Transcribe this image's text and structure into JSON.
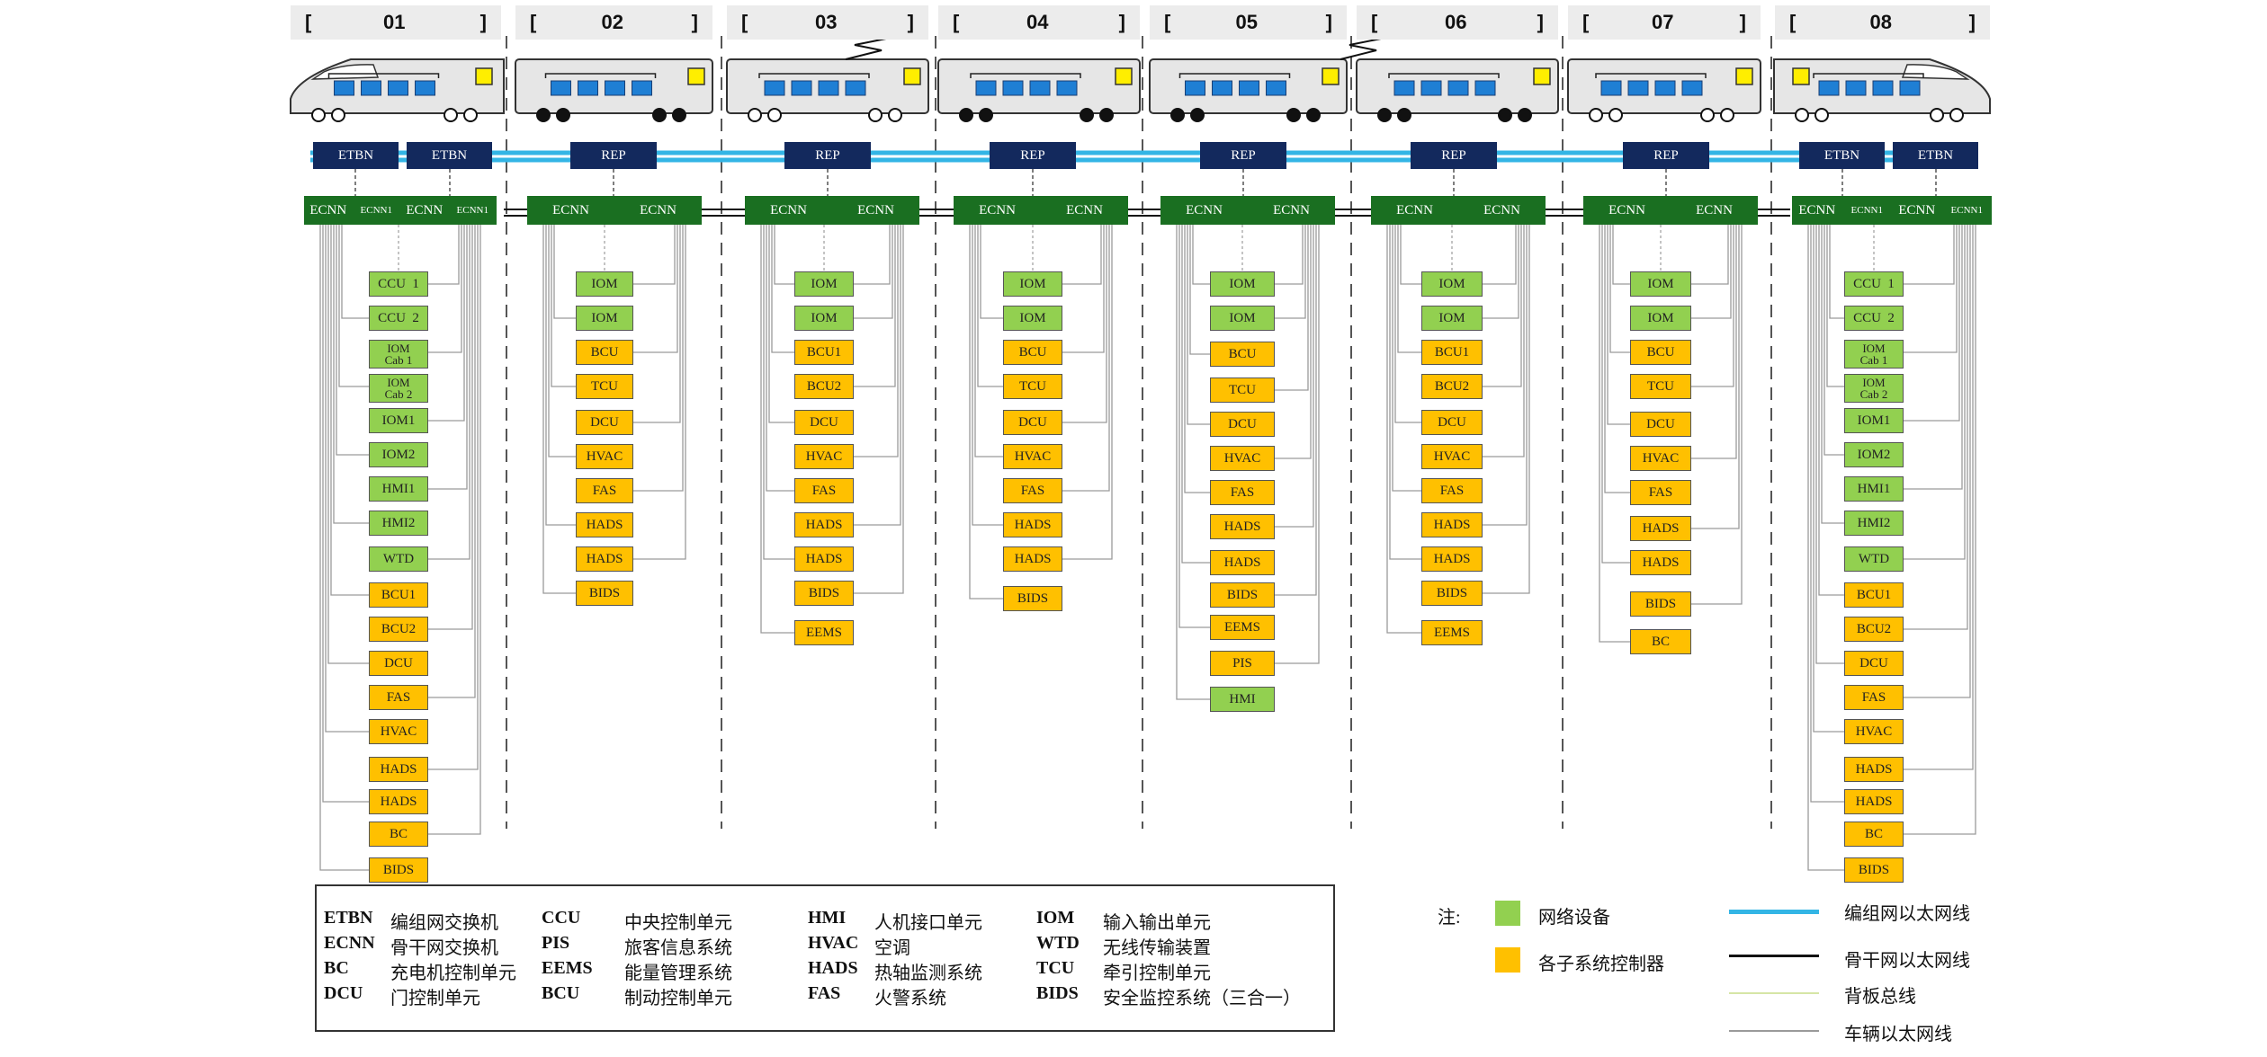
{
  "cars": [
    {
      "num": "01",
      "label_lr": [
        "[",
        "]"
      ]
    },
    {
      "num": "02",
      "label_lr": [
        "[",
        "]"
      ]
    },
    {
      "num": "03",
      "label_lr": [
        "[",
        "]"
      ]
    },
    {
      "num": "04",
      "label_lr": [
        "[",
        "]"
      ]
    },
    {
      "num": "05",
      "label_lr": [
        "[",
        "]"
      ]
    },
    {
      "num": "06",
      "label_lr": [
        "[",
        "]"
      ]
    },
    {
      "num": "07",
      "label_lr": [
        "[",
        "]"
      ]
    },
    {
      "num": "08",
      "label_lr": [
        "[",
        "]"
      ]
    }
  ],
  "train_nodes": {
    "etbn_car1": [
      "ETBN",
      "ETBN"
    ],
    "rep": [
      "REP",
      "REP",
      "REP",
      "REP",
      "REP",
      "REP"
    ],
    "etbn_car8": [
      "ETBN",
      "ETBN"
    ]
  },
  "ecnn_labels": {
    "car1": [
      "ECNN",
      "ECNN1",
      "ECNN",
      "ECNN1"
    ],
    "middle": [
      "ECNN",
      "ECNN"
    ],
    "car8": [
      "ECNN",
      "ECNN1",
      "ECNN",
      "ECNN1"
    ]
  },
  "devices": {
    "car01": [
      {
        "t": "CCU  1",
        "c": "g"
      },
      {
        "t": "CCU  2",
        "c": "g"
      },
      {
        "t": "IOM\nCab 1",
        "c": "g"
      },
      {
        "t": "IOM\nCab 2",
        "c": "g"
      },
      {
        "t": "IOM1",
        "c": "g"
      },
      {
        "t": "IOM2",
        "c": "g"
      },
      {
        "t": "HMI1",
        "c": "g"
      },
      {
        "t": "HMI2",
        "c": "g"
      },
      {
        "t": "WTD",
        "c": "g"
      },
      {
        "t": "BCU1",
        "c": "o"
      },
      {
        "t": "BCU2",
        "c": "o"
      },
      {
        "t": "DCU",
        "c": "o"
      },
      {
        "t": "FAS",
        "c": "o"
      },
      {
        "t": "HVAC",
        "c": "o"
      },
      {
        "t": "HADS",
        "c": "o"
      },
      {
        "t": "HADS",
        "c": "o"
      },
      {
        "t": "BC",
        "c": "o"
      },
      {
        "t": "BIDS",
        "c": "o"
      }
    ],
    "car02": [
      {
        "t": "IOM",
        "c": "g"
      },
      {
        "t": "IOM",
        "c": "g"
      },
      {
        "t": "BCU",
        "c": "o"
      },
      {
        "t": "TCU",
        "c": "o"
      },
      {
        "t": "DCU",
        "c": "o"
      },
      {
        "t": "HVAC",
        "c": "o"
      },
      {
        "t": "FAS",
        "c": "o"
      },
      {
        "t": "HADS",
        "c": "o"
      },
      {
        "t": "HADS",
        "c": "o"
      },
      {
        "t": "BIDS",
        "c": "o"
      }
    ],
    "car03": [
      {
        "t": "IOM",
        "c": "g"
      },
      {
        "t": "IOM",
        "c": "g"
      },
      {
        "t": "BCU1",
        "c": "o"
      },
      {
        "t": "BCU2",
        "c": "o"
      },
      {
        "t": "DCU",
        "c": "o"
      },
      {
        "t": "HVAC",
        "c": "o"
      },
      {
        "t": "FAS",
        "c": "o"
      },
      {
        "t": "HADS",
        "c": "o"
      },
      {
        "t": "HADS",
        "c": "o"
      },
      {
        "t": "BIDS",
        "c": "o"
      },
      {
        "t": "EEMS",
        "c": "o"
      }
    ],
    "car04": [
      {
        "t": "IOM",
        "c": "g"
      },
      {
        "t": "IOM",
        "c": "g"
      },
      {
        "t": "BCU",
        "c": "o"
      },
      {
        "t": "TCU",
        "c": "o"
      },
      {
        "t": "DCU",
        "c": "o"
      },
      {
        "t": "HVAC",
        "c": "o"
      },
      {
        "t": "FAS",
        "c": "o"
      },
      {
        "t": "HADS",
        "c": "o"
      },
      {
        "t": "HADS",
        "c": "o"
      },
      {
        "t": "BIDS",
        "c": "o"
      }
    ],
    "car05": [
      {
        "t": "IOM",
        "c": "g"
      },
      {
        "t": "IOM",
        "c": "g"
      },
      {
        "t": "BCU",
        "c": "o"
      },
      {
        "t": "TCU",
        "c": "o"
      },
      {
        "t": "DCU",
        "c": "o"
      },
      {
        "t": "HVAC",
        "c": "o"
      },
      {
        "t": "FAS",
        "c": "o"
      },
      {
        "t": "HADS",
        "c": "o"
      },
      {
        "t": "HADS",
        "c": "o"
      },
      {
        "t": "BIDS",
        "c": "o"
      },
      {
        "t": "EEMS",
        "c": "o"
      },
      {
        "t": "PIS",
        "c": "o"
      },
      {
        "t": "HMI",
        "c": "g"
      }
    ],
    "car06": [
      {
        "t": "IOM",
        "c": "g"
      },
      {
        "t": "IOM",
        "c": "g"
      },
      {
        "t": "BCU1",
        "c": "o"
      },
      {
        "t": "BCU2",
        "c": "o"
      },
      {
        "t": "DCU",
        "c": "o"
      },
      {
        "t": "HVAC",
        "c": "o"
      },
      {
        "t": "FAS",
        "c": "o"
      },
      {
        "t": "HADS",
        "c": "o"
      },
      {
        "t": "HADS",
        "c": "o"
      },
      {
        "t": "BIDS",
        "c": "o"
      },
      {
        "t": "EEMS",
        "c": "o"
      }
    ],
    "car07": [
      {
        "t": "IOM",
        "c": "g"
      },
      {
        "t": "IOM",
        "c": "g"
      },
      {
        "t": "BCU",
        "c": "o"
      },
      {
        "t": "TCU",
        "c": "o"
      },
      {
        "t": "DCU",
        "c": "o"
      },
      {
        "t": "HVAC",
        "c": "o"
      },
      {
        "t": "FAS",
        "c": "o"
      },
      {
        "t": "HADS",
        "c": "o"
      },
      {
        "t": "HADS",
        "c": "o"
      },
      {
        "t": "BIDS",
        "c": "o"
      },
      {
        "t": "BC",
        "c": "o"
      }
    ],
    "car08": [
      {
        "t": "CCU  1",
        "c": "g"
      },
      {
        "t": "CCU  2",
        "c": "g"
      },
      {
        "t": "IOM\nCab 1",
        "c": "g"
      },
      {
        "t": "IOM\nCab 2",
        "c": "g"
      },
      {
        "t": "IOM1",
        "c": "g"
      },
      {
        "t": "IOM2",
        "c": "g"
      },
      {
        "t": "HMI1",
        "c": "g"
      },
      {
        "t": "HMI2",
        "c": "g"
      },
      {
        "t": "WTD",
        "c": "g"
      },
      {
        "t": "BCU1",
        "c": "o"
      },
      {
        "t": "BCU2",
        "c": "o"
      },
      {
        "t": "DCU",
        "c": "o"
      },
      {
        "t": "FAS",
        "c": "o"
      },
      {
        "t": "HVAC",
        "c": "o"
      },
      {
        "t": "HADS",
        "c": "o"
      },
      {
        "t": "HADS",
        "c": "o"
      },
      {
        "t": "BC",
        "c": "o"
      },
      {
        "t": "BIDS",
        "c": "o"
      }
    ]
  },
  "glossary": [
    {
      "abbr": "ETBN",
      "desc": "编组网交换机"
    },
    {
      "abbr": "ECNN",
      "desc": "骨干网交换机"
    },
    {
      "abbr": "BC",
      "desc": "充电机控制单元"
    },
    {
      "abbr": "DCU",
      "desc": "门控制单元"
    },
    {
      "abbr": "CCU",
      "desc": "中央控制单元"
    },
    {
      "abbr": "PIS",
      "desc": "旅客信息系统"
    },
    {
      "abbr": "EEMS",
      "desc": "能量管理系统"
    },
    {
      "abbr": "BCU",
      "desc": "制动控制单元"
    },
    {
      "abbr": "HMI",
      "desc": "人机接口单元"
    },
    {
      "abbr": "HVAC",
      "desc": "空调"
    },
    {
      "abbr": "HADS",
      "desc": "热轴监测系统"
    },
    {
      "abbr": "FAS",
      "desc": "火警系统"
    },
    {
      "abbr": "IOM",
      "desc": "输入输出单元"
    },
    {
      "abbr": "WTD",
      "desc": "无线传输装置"
    },
    {
      "abbr": "TCU",
      "desc": "牵引控制单元"
    },
    {
      "abbr": "BIDS",
      "desc": "安全监控系统（三合一）"
    }
  ],
  "legend": {
    "note_label": "注:",
    "network_device": "网络设备",
    "subsystem_controller": "各子系统控制器",
    "formation_ethernet": "编组网以太网线",
    "backbone_ethernet": "骨干网以太网线",
    "backplane_bus": "背板总线",
    "vehicle_ethernet": "车辆以太网线"
  },
  "colors": {
    "network_device": "#92d050",
    "subsystem_controller": "#ffc000",
    "formation_line": "#33b5e5",
    "backbone_line": "#111111",
    "backplane_line": "#d6e6a6",
    "vehicle_line": "#9a9a9a",
    "ecnn": "#1a6f21",
    "etbn": "#13295d"
  }
}
